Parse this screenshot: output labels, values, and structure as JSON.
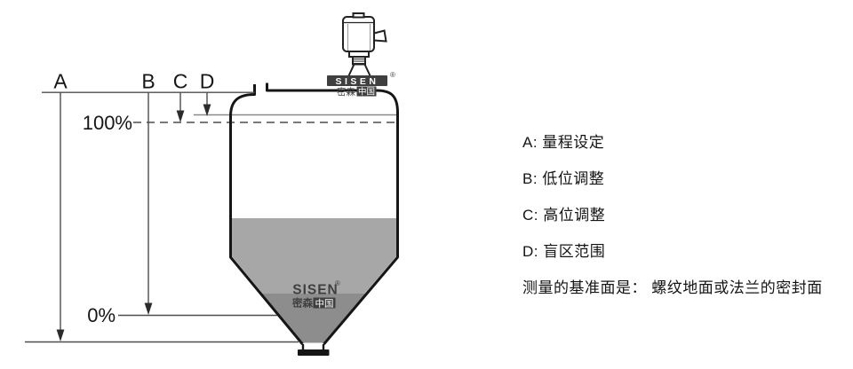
{
  "diagram": {
    "markers": {
      "a": "A",
      "b": "B",
      "c": "C",
      "d": "D"
    },
    "levels": {
      "full": "100%",
      "empty": "0%"
    },
    "logo": {
      "brand": "SISEN",
      "reg": "®",
      "cn_left": "密森",
      "cn_right": "中国"
    },
    "colors": {
      "material_light": "#a7a7a7",
      "material_dark": "#8d8d8d",
      "logo_gray": "#3f3f3f",
      "outline": "#161616"
    }
  },
  "legend": {
    "items": [
      "A: 量程设定",
      "B: 低位调整",
      "C: 高位调整",
      "D: 盲区范围"
    ],
    "note": "测量的基准面是： 螺纹地面或法兰的密封面"
  }
}
